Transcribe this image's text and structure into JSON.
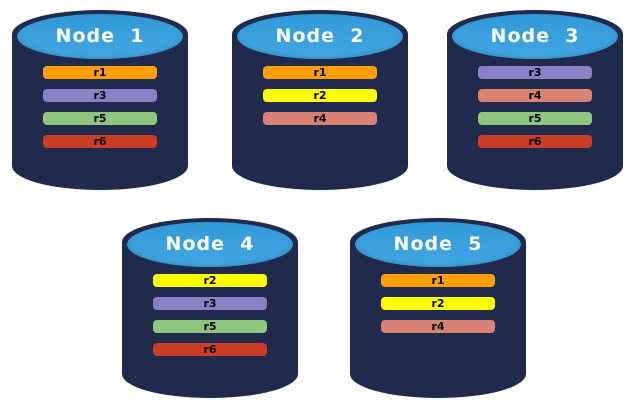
{
  "background": "#ffffff",
  "colors": {
    "cylinder_body": "#1F2A4C",
    "cylinder_top": "#3299D8",
    "cylinder_top_gradient_light": "#41A6E2",
    "node_label_text": "#ffffff",
    "replica_label_text": "#000000"
  },
  "replica_colors": {
    "r1": "#FFA00A",
    "r2": "#FFFF00",
    "r3": "#8B80C6",
    "r4": "#D98173",
    "r5": "#8EC67D",
    "r6": "#CB3D24"
  },
  "nodes": [
    {
      "label": "Node  1",
      "replicas": [
        "r1",
        "r3",
        "r5",
        "r6"
      ]
    },
    {
      "label": "Node  2",
      "replicas": [
        "r1",
        "r2",
        "r4"
      ]
    },
    {
      "label": "Node  3",
      "replicas": [
        "r3",
        "r4",
        "r5",
        "r6"
      ]
    },
    {
      "label": "Node  4",
      "replicas": [
        "r2",
        "r3",
        "r5",
        "r6"
      ]
    },
    {
      "label": "Node  5",
      "replicas": [
        "r1",
        "r2",
        "r4"
      ]
    }
  ]
}
